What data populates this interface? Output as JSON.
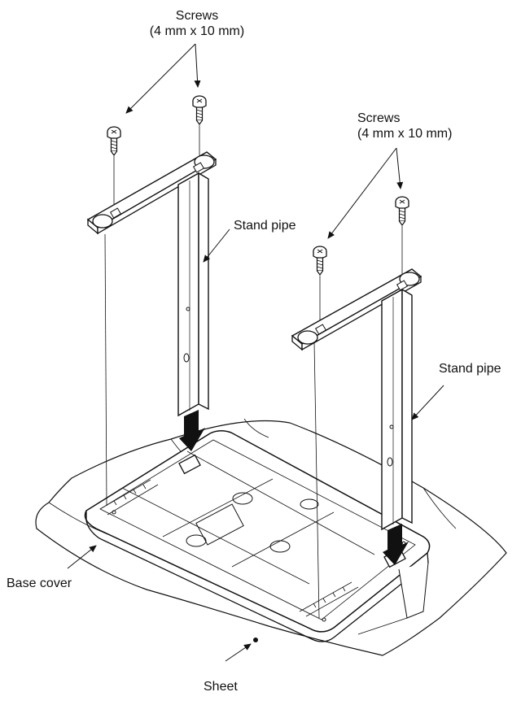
{
  "labels": {
    "screws_left_line1": "Screws",
    "screws_left_line2": "(4 mm x 10 mm)",
    "screws_right_line1": "Screws",
    "screws_right_line2": "(4 mm x 10 mm)",
    "stand_pipe_left": "Stand pipe",
    "stand_pipe_right": "Stand pipe",
    "base_cover": "Base cover",
    "sheet": "Sheet"
  }
}
